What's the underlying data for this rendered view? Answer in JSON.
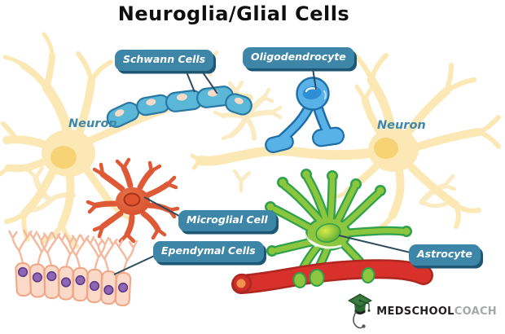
{
  "title": "Neuroglia/Glial Cells",
  "labels": {
    "schwann_cells": "Schwann Cells",
    "oligodendrocyte": "Oligodendrocyte",
    "neuron_left": "Neuron",
    "neuron_right": "Neuron",
    "microglial_cell": "Microglial Cell",
    "ependymal_cells": "Ependymal Cells",
    "astrocyte": "Astrocyte"
  },
  "logo": {
    "brand_primary": "MEDSCHOOL",
    "brand_secondary": "COACH"
  },
  "colors": {
    "label_box": "#3E86A8",
    "label_shadow": "#1E5773",
    "label_text": "#FFFFFF",
    "title_text": "#0F0F0F",
    "neuron_body": "#FBE8B5",
    "neuron_nucleus": "#F7D376",
    "neuron_label_text": "#3F88A9",
    "schwann_cell": "#5BB7D8",
    "schwann_border": "#2878A3",
    "schwann_nucleus": "#F6DBC8",
    "oligodendrocyte_cell": "#58B2E8",
    "oligodendrocyte_border": "#1E6EA7",
    "oligodendrocyte_nucleus": "#2F8FD6",
    "microglial_cell": "#DE5936",
    "microglial_nucleus": "#D8482C",
    "ependymal_cell": "#FBD9C8",
    "ependymal_border": "#F0A585",
    "ependymal_cilia": "#F5B89C",
    "ependymal_nucleus": "#8F66B3",
    "astrocyte_cell": "#8CC63E",
    "astrocyte_border": "#2FA04B",
    "blood_vessel": "#D8312B",
    "blood_vessel_border": "#AD2620",
    "blood_vessel_cap": "#F0914F",
    "connector_line": "#2C4A5E",
    "logo_green": "#2E6B33",
    "logo_gray": "#A6A8AB"
  }
}
